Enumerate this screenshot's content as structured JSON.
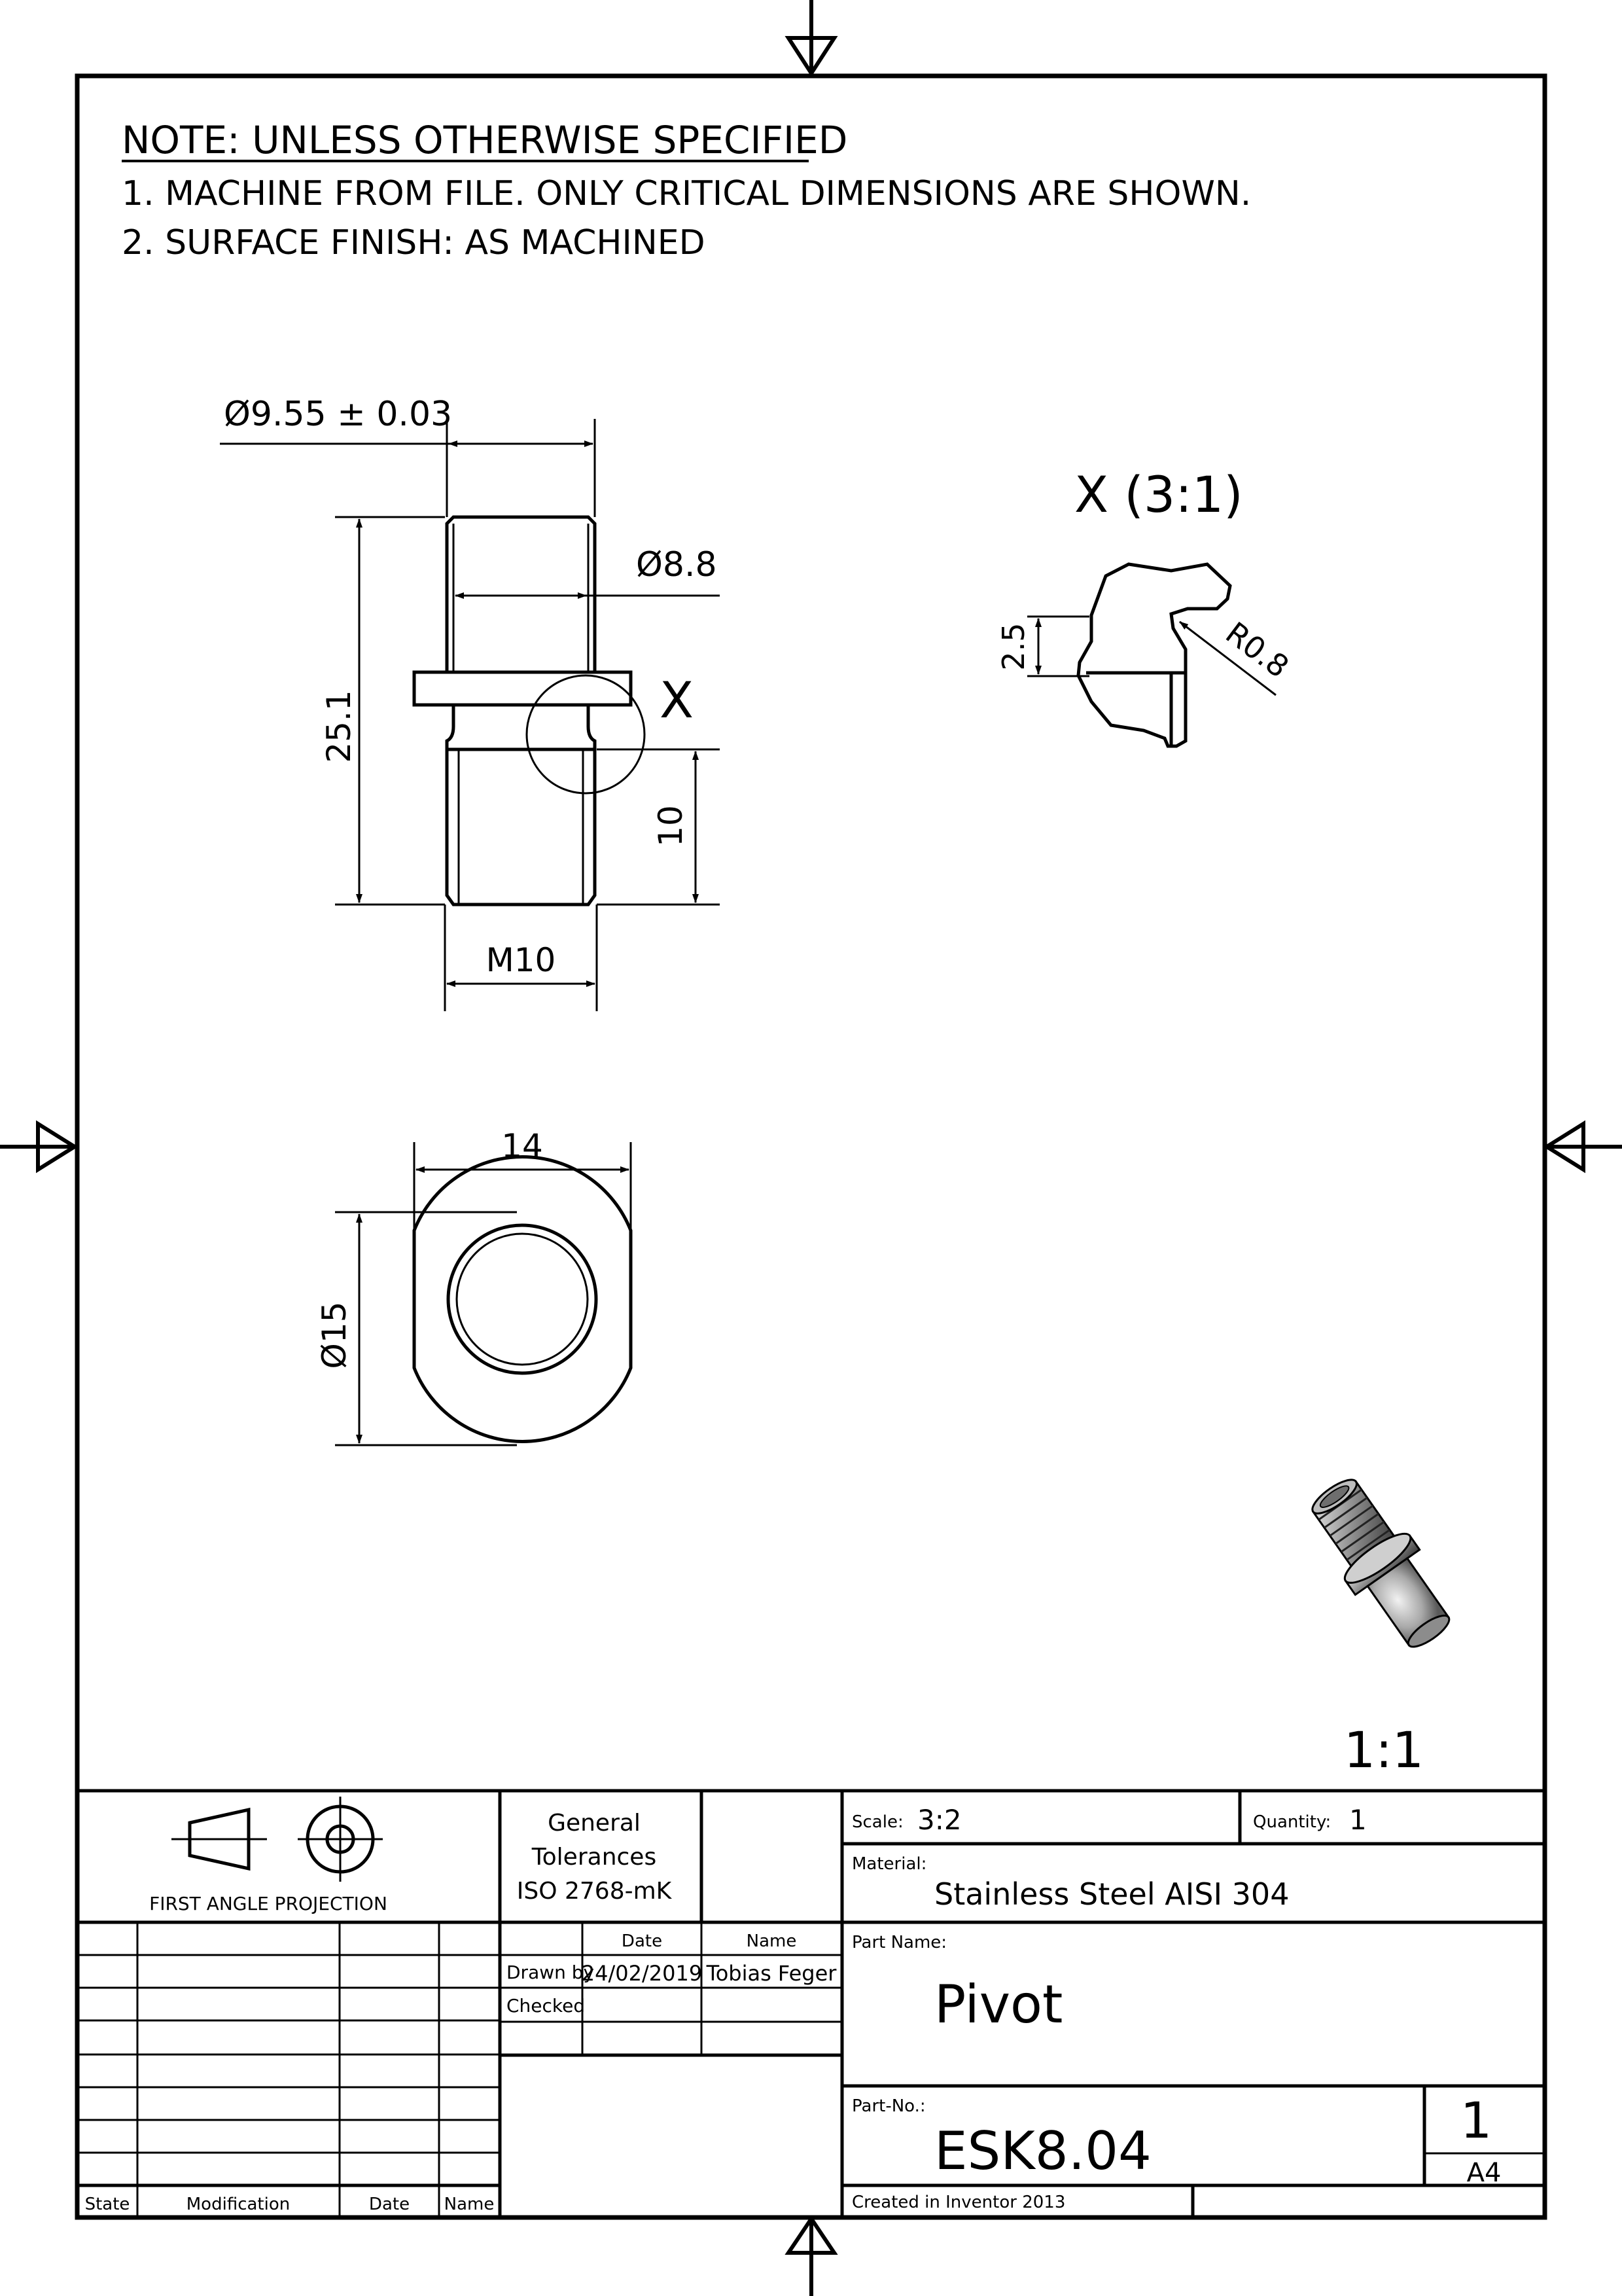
{
  "notes": {
    "heading": "NOTE: UNLESS OTHERWISE SPECIFIED",
    "line1": "1.  MACHINE FROM FILE. ONLY CRITICAL DIMENSIONS ARE SHOWN.",
    "line2": "2.  SURFACE FINISH: AS MACHINED"
  },
  "front_view": {
    "dim_top_dia": "Ø9.55 ± 0.03",
    "dim_inner_dia": "Ø8.8",
    "dim_length": "25.1",
    "dim_thread_len": "10",
    "dim_thread": "M10",
    "detail_marker": "X"
  },
  "end_view": {
    "dim_flats": "14",
    "dim_outer_dia": "Ø15"
  },
  "detail_view": {
    "title": "X (3:1)",
    "dim_height": "2.5",
    "dim_radius": "R0.8"
  },
  "iso_view": {
    "scale_label": "1:1"
  },
  "title_block": {
    "projection_label": "FIRST ANGLE PROJECTION",
    "tolerances_line1": "General",
    "tolerances_line2": "Tolerances",
    "tolerances_line3": "ISO 2768-mK",
    "scale_caption": "Scale:",
    "scale_value": "3:2",
    "quantity_caption": "Quantity:",
    "quantity_value": "1",
    "material_caption": "Material:",
    "material_value": "Stainless Steel AISI 304",
    "date_header": "Date",
    "name_header": "Name",
    "drawn_by_label": "Drawn by",
    "drawn_date": "24/02/2019",
    "drawn_name": "Tobias Feger",
    "checked_label": "Checked",
    "part_name_caption": "Part Name:",
    "part_name_value": "Pivot",
    "part_no_caption": "Part-No.:",
    "part_no_value": "ESK8.04",
    "sheet_number": "1",
    "sheet_size": "A4",
    "created_in": "Created in Inventor 2013",
    "rev_col_state": "State",
    "rev_col_modification": "Modification",
    "rev_col_date": "Date",
    "rev_col_name": "Name"
  }
}
